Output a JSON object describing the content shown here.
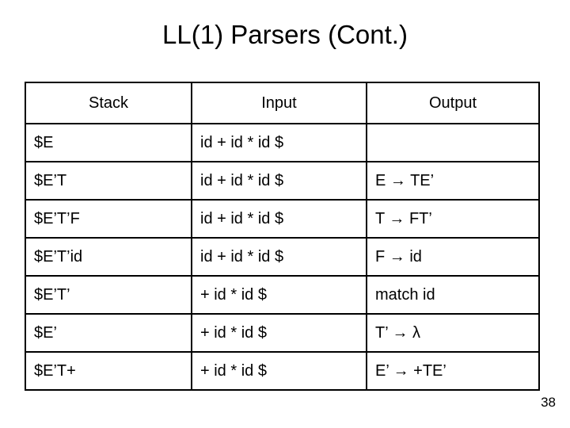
{
  "slide": {
    "title": "LL(1) Parsers (Cont.)",
    "page_number": "38"
  },
  "table": {
    "headers": {
      "stack": "Stack",
      "input": "Input",
      "output": "Output"
    },
    "rows": [
      {
        "stack": "$E",
        "input": "id + id * id $",
        "output": ""
      },
      {
        "stack": "$E’T",
        "input": "id + id * id $",
        "output": "E → TE’"
      },
      {
        "stack": "$E’T’F",
        "input": "id + id * id $",
        "output": "T → FT’"
      },
      {
        "stack": "$E’T’id",
        "input": "id + id * id $",
        "output": "F → id"
      },
      {
        "stack": "$E’T’",
        "input": "+ id * id $",
        "output": "match id"
      },
      {
        "stack": "$E’",
        "input": "+ id * id $",
        "output": "T’ → λ"
      },
      {
        "stack": "$E’T+",
        "input": "+ id * id $",
        "output": "E’ → +TE’"
      }
    ]
  }
}
